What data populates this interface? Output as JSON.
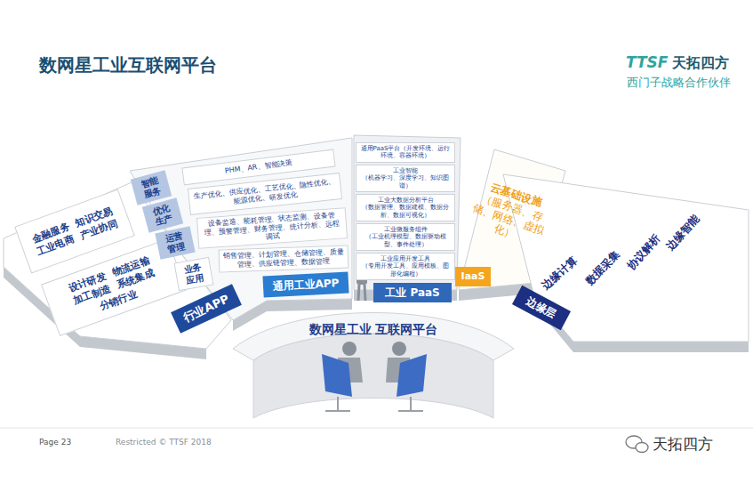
{
  "diagram": {
    "title": "数网星工业互联网平台",
    "nodes": [
      {
        "text": [
          "金融服务",
          "知识交易",
          "工业电商",
          "产业协同"
        ]
      },
      {
        "text": [
          "设计研发",
          "物流运输",
          "加工制造",
          "系统集成",
          "分销行业"
        ]
      },
      {
        "text": [
          "行业APP"
        ]
      },
      {
        "text": [
          "智能服务"
        ]
      },
      {
        "text": [
          "优化生产"
        ]
      },
      {
        "text": [
          "运营管理"
        ]
      },
      {
        "text": [
          "业务应用"
        ]
      },
      {
        "text": [
          "PHM、AR、智能决策"
        ]
      },
      {
        "text": [
          "生产优化、供应优化、工艺优化、隐性优化、能源优化、研发优化"
        ]
      },
      {
        "text": [
          "设备监造、能耗管理、状态监测、设备管理、预警管理、财务管理、统计分析、远程调试"
        ]
      },
      {
        "text": [
          "销售管理、计划管理、仓储管理、质量管理、供应链管理、数据管理"
        ]
      },
      {
        "text": [
          "通用工业APP"
        ]
      },
      {
        "text": [
          "通用PaaS平台（开发环境、运行环境、容器环境）"
        ]
      },
      {
        "text": [
          "工业智能",
          "（机器学习、深度学习、知识图谱）"
        ]
      },
      {
        "text": [
          "工业大数据分析平台",
          "（数据管理、数据建模、数据分析、数据可视化）"
        ]
      },
      {
        "text": [
          "工业微服务组件",
          "（工业机理模型、数据驱动模型、事件处理）"
        ]
      },
      {
        "text": [
          "工业应用开发工具",
          "（专用开发工具、应用模板、图形化编程）"
        ]
      },
      {
        "text": [
          "工业 PaaS"
        ]
      },
      {
        "text": [
          "云基础设施",
          "（服务器、存储、网络、虚拟化）"
        ]
      },
      {
        "text": [
          "IaaS"
        ]
      },
      {
        "text": [
          "边缘智能"
        ]
      },
      {
        "text": [
          "协议解析"
        ]
      },
      {
        "text": [
          "数据采集"
        ]
      },
      {
        "text": [
          "边缘计算"
        ]
      },
      {
        "text": [
          "边缘层"
        ]
      },
      {
        "text": [
          "数网星工业 互联网平台"
        ]
      }
    ],
    "labels": [
      "TTSF",
      "天拓四方",
      "西门子战略合作伙伴",
      "Page 23",
      "Restricted © TTSF 2018",
      "天拓四方"
    ]
  }
}
